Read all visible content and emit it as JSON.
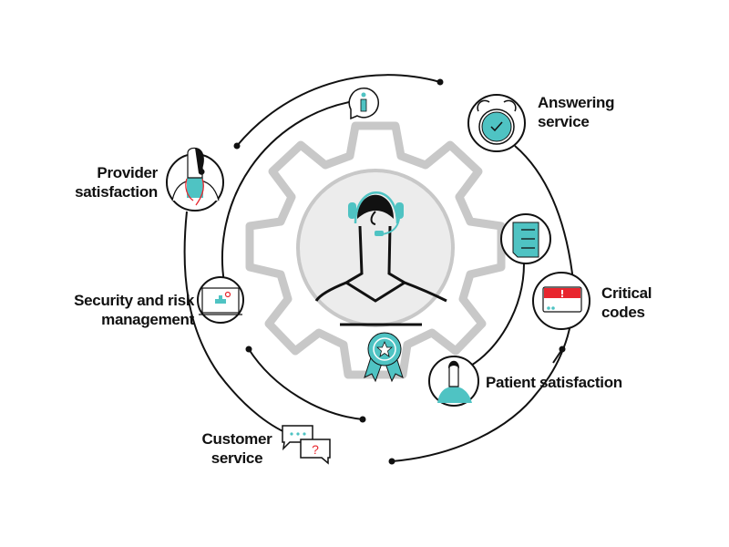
{
  "labels": {
    "answering_service": [
      "Answering",
      "service"
    ],
    "provider_satisfaction": [
      "Provider",
      "satisfaction"
    ],
    "security_risk": [
      "Security and risk",
      "management"
    ],
    "critical_codes": [
      "Critical",
      "codes"
    ],
    "patient_satisfaction": "Patient satisfaction",
    "customer_service": [
      "Customer",
      "service"
    ]
  },
  "icons": [
    "info-icon",
    "alarm-clock-icon",
    "doctor-icon",
    "checklist-icon",
    "alert-screen-icon",
    "security-monitor-icon",
    "patient-icon",
    "chat-bubbles-icon",
    "award-ribbon-icon",
    "agent-headset-icon",
    "gear-icon"
  ],
  "colors": {
    "teal": "#4fc3c3",
    "red": "#e8262e",
    "gear": "#c8c8c8",
    "line": "#111111",
    "bg_circle": "#ececec"
  }
}
